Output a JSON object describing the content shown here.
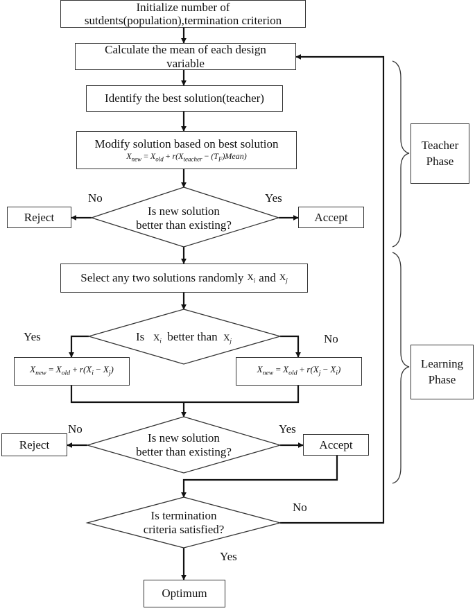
{
  "nodes": {
    "init": {
      "line1": "Initialize number of",
      "line2": "sutdents(population),termination criterion"
    },
    "mean": {
      "line1": "Calculate the mean of each design",
      "line2": "variable"
    },
    "best": {
      "text": "Identify the best solution(teacher)"
    },
    "modify": {
      "text": "Modify solution based on best solution",
      "equation": "X_new = X_old + r(X_teacher − (T_F)Mean)"
    },
    "decision1": {
      "line1": "Is new solution",
      "line2": "better than existing?"
    },
    "reject1": {
      "text": "Reject"
    },
    "accept1": {
      "text": "Accept"
    },
    "select": {
      "text": "Select any two solutions randomly",
      "xi": "X",
      "xi_sub": "i",
      "and": "and",
      "xj": "X",
      "xj_sub": "j"
    },
    "decision2": {
      "prefix": "Is",
      "xi": "X",
      "xi_sub": "i",
      "middle": "better than",
      "xj": "X",
      "xj_sub": "j"
    },
    "update_i": {
      "equation": "X_new = X_old + r(X_i − X_j)"
    },
    "update_j": {
      "equation": "X_new = X_old + r(X_j − X_i)"
    },
    "decision3": {
      "line1": "Is new solution",
      "line2": "better than existing?"
    },
    "reject2": {
      "text": "Reject"
    },
    "accept2": {
      "text": "Accept"
    },
    "decision4": {
      "line1": "Is termination",
      "line2": "criteria satisfied?"
    },
    "optimum": {
      "text": "Optimum"
    }
  },
  "edge_labels": {
    "d1_no": "No",
    "d1_yes": "Yes",
    "d2_yes": "Yes",
    "d2_no": "No",
    "d3_no": "No",
    "d3_yes": "Yes",
    "d4_no": "No",
    "d4_yes": "Yes"
  },
  "phases": {
    "teacher": {
      "line1": "Teacher",
      "line2": "Phase"
    },
    "learning": {
      "line1": "Learning",
      "line2": "Phase"
    }
  }
}
